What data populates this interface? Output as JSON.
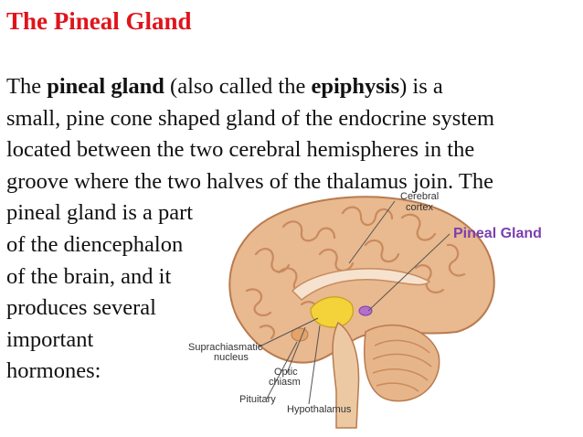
{
  "slide": {
    "title": "The Pineal Gland",
    "paragraph": {
      "l1_a": "The ",
      "l1_b": "pineal gland",
      "l1_c": " (also called the ",
      "l1_d": "epiphysis",
      "l1_e": ") is a",
      "l2": "small, pine cone shaped gland of the endocrine system",
      "l3": "located between the two cerebral hemispheres in the",
      "l4": "groove where the two halves of the thalamus join. The",
      "l5": "pineal gland is a part",
      "l6": "of the diencephalon",
      "l7": "of the brain, and it",
      "l8": "produces several",
      "l9": "important",
      "l10": "hormones:"
    }
  },
  "figure": {
    "labels": {
      "cerebral_cortex_1": "Cerebral",
      "cerebral_cortex_2": "cortex",
      "pineal_gland": "Pineal Gland",
      "suprachiasmatic_1": "Suprachiasmatic",
      "suprachiasmatic_2": "nucleus",
      "optic_chiasm_1": "Optic",
      "optic_chiasm_2": "chiasm",
      "pituitary": "Pituitary",
      "hypothalamus": "Hypothalamus"
    },
    "colors": {
      "pineal_label": "#7b3fb0",
      "title": "#e0141b",
      "brain": "#e9b98f",
      "brain_dark": "#c98a5e",
      "hypothalamus_region": "#f4d23a",
      "pineal_body": "#b56fc9"
    }
  }
}
